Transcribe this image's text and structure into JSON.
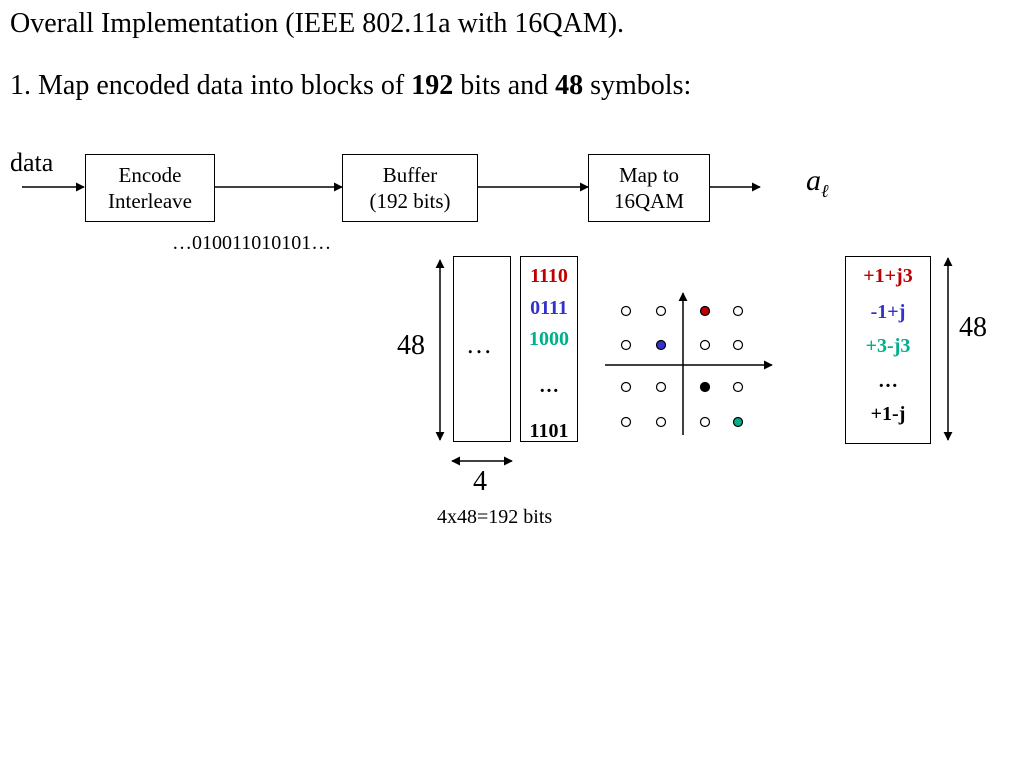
{
  "slide": {
    "title": "Overall Implementation (IEEE 802.11a with 16QAM).",
    "step_prefix": "1. Map encoded data into blocks of ",
    "step_bits": "192",
    "step_middle": " bits and ",
    "step_symbols": "48",
    "step_suffix": " symbols:"
  },
  "flow": {
    "input_label": "data",
    "encode_line1": "Encode",
    "encode_line2": "Interleave",
    "buffer_line1": "Buffer",
    "buffer_line2": "(192 bits)",
    "map_line1": "Map to",
    "map_line2": "16QAM",
    "output_symbol": "a",
    "output_subscript": "ℓ",
    "bitstream": "…010011010101…"
  },
  "block": {
    "rows_label": "48",
    "ellipsis": "…",
    "width_label": "4",
    "total_label": "4x48=192 bits"
  },
  "bit_column": [
    {
      "text": "1110",
      "color": "#c00000"
    },
    {
      "text": "0111",
      "color": "#3333cc"
    },
    {
      "text": "1000",
      "color": "#00b08a"
    },
    {
      "text": "…",
      "color": "#000000"
    },
    {
      "text": "1101",
      "color": "#000000"
    }
  ],
  "symbol_column": [
    {
      "text": "+1+j3",
      "color": "#c00000"
    },
    {
      "text": "-1+j",
      "color": "#3333cc"
    },
    {
      "text": "+3-j3",
      "color": "#00b08a"
    },
    {
      "text": "…",
      "color": "#000000"
    },
    {
      "text": "+1-j",
      "color": "#000000"
    }
  ],
  "symbols_label": "48",
  "constellation": {
    "highlighted": [
      {
        "i": 1,
        "q": 3,
        "color": "#c00000"
      },
      {
        "i": -1,
        "q": 1,
        "color": "#3333cc"
      },
      {
        "i": 1,
        "q": -1,
        "color": "#000000"
      },
      {
        "i": 3,
        "q": -3,
        "color": "#00b08a"
      }
    ]
  },
  "colors": {
    "red": "#c00000",
    "blue": "#3333cc",
    "green": "#00b08a"
  }
}
